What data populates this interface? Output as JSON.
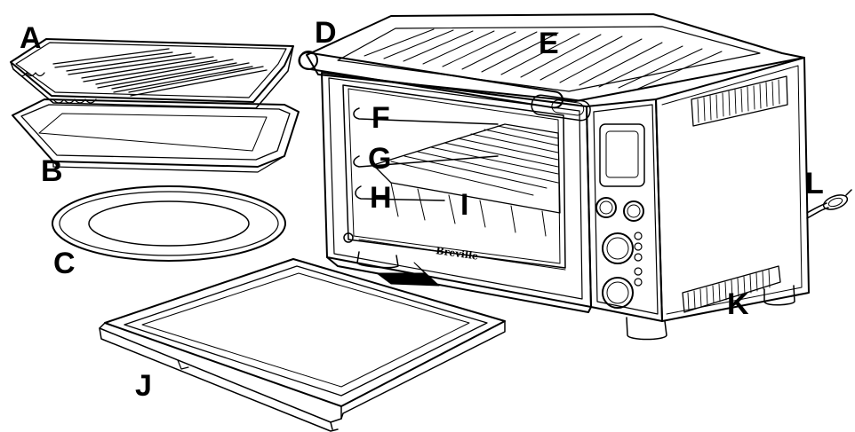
{
  "labels": {
    "A": "A",
    "B": "B",
    "C": "C",
    "D": "D",
    "E": "E",
    "F": "F",
    "G": "G",
    "H": "H",
    "I": "I",
    "J": "J",
    "K": "K",
    "L": "L"
  },
  "brand_name": "Breville",
  "colors": {
    "line": "#000000",
    "background": "#ffffff"
  }
}
